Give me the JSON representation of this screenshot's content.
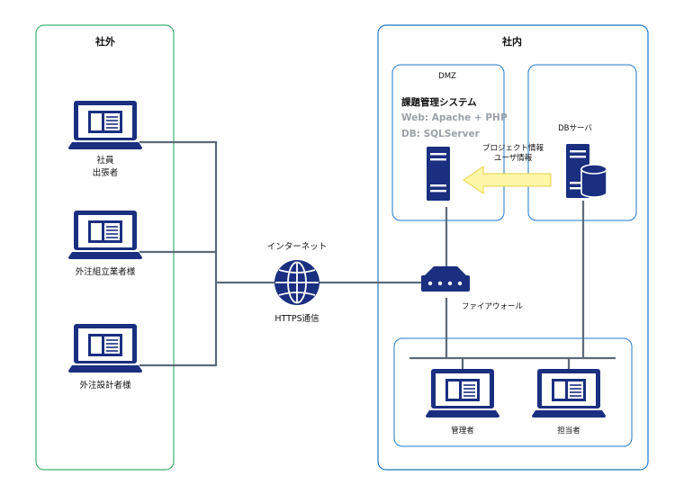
{
  "zones": {
    "outside_title": "社外",
    "inside_title": "社内",
    "dmz_title": "DMZ"
  },
  "clients_external": [
    {
      "line1": "社員",
      "line2": "出張者"
    },
    {
      "line1": "外注組立業者様",
      "line2": ""
    },
    {
      "line1": "外注設計者様",
      "line2": ""
    }
  ],
  "internet": {
    "label": "インターネット",
    "protocol": "HTTPS通信",
    "icon": "globe-icon"
  },
  "system": {
    "title": "課題管理システム",
    "web": "Web: Apache + PHP",
    "db": "DB:  SQLServer"
  },
  "db_server": {
    "label": "DBサーバ",
    "icon": "database-server-icon"
  },
  "sync": {
    "line1": "プロジェクト情報",
    "line2": "ユーザ情報"
  },
  "firewall": {
    "label": "ファイアウォール",
    "icon": "firewall-icon"
  },
  "clients_internal": [
    {
      "label": "管理者"
    },
    {
      "label": "担当者"
    }
  ],
  "colors": {
    "outside_border": "#3cb371",
    "inside_border": "#1f78c8",
    "icon_navy": "#1a2f80",
    "line_gray": "#5a6a7a",
    "arrow_yellow": "#fff7a8",
    "arrow_stroke": "#e6d24a"
  }
}
